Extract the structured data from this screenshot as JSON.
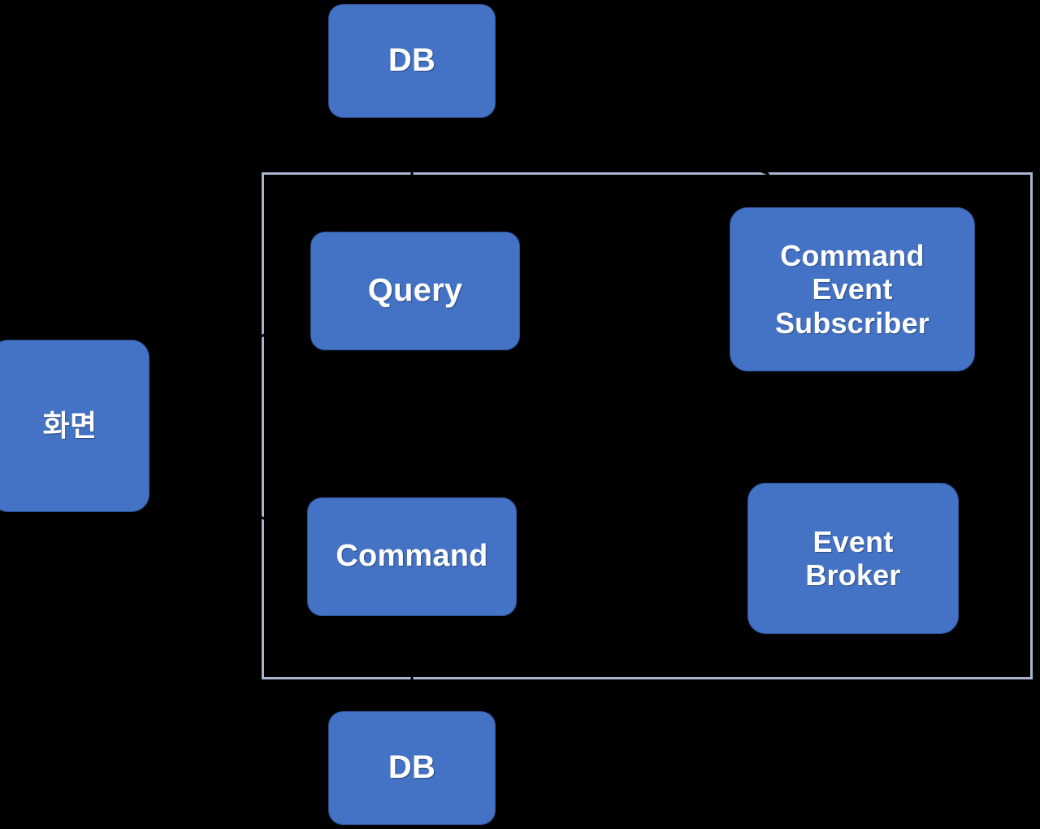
{
  "diagram": {
    "title": "CQRS Architecture Diagram",
    "background_color": "#000000",
    "node_fill_color": "#4472C4",
    "node_border_color": "#2F5597",
    "node_text_color": "#FFFFFF",
    "container_border_color": "#A8B6D0",
    "connector_color": "#000000"
  },
  "container": {
    "name": "application-boundary",
    "label": ""
  },
  "nodes": {
    "db_top": {
      "label": "DB",
      "role": "read-database"
    },
    "query": {
      "label": "Query",
      "role": "query-service"
    },
    "command_event_subscriber": {
      "label": "Command\nEvent\nSubscriber",
      "role": "event-subscriber"
    },
    "screen": {
      "label": "화면",
      "role": "ui-screen"
    },
    "command": {
      "label": "Command",
      "role": "command-service"
    },
    "event_broker": {
      "label": "Event\nBroker",
      "role": "message-broker"
    },
    "db_bottom": {
      "label": "DB",
      "role": "write-database"
    }
  },
  "connectors": [
    {
      "name": "db-top-to-query",
      "from": "db_top",
      "to": "query",
      "label": ""
    },
    {
      "name": "screen-to-query",
      "from": "screen",
      "to": "query",
      "label": ""
    },
    {
      "name": "screen-to-command",
      "from": "screen",
      "to": "command",
      "label": ""
    },
    {
      "name": "command-to-db-bottom",
      "from": "command",
      "to": "db_bottom",
      "label": ""
    },
    {
      "name": "command-to-event-broker",
      "from": "command",
      "to": "event_broker",
      "label": ""
    },
    {
      "name": "event-broker-to-subscriber",
      "from": "event_broker",
      "to": "command_event_subscriber",
      "label": ""
    },
    {
      "name": "subscriber-to-db-top",
      "from": "command_event_subscriber",
      "to": "db_top",
      "label": ""
    }
  ]
}
